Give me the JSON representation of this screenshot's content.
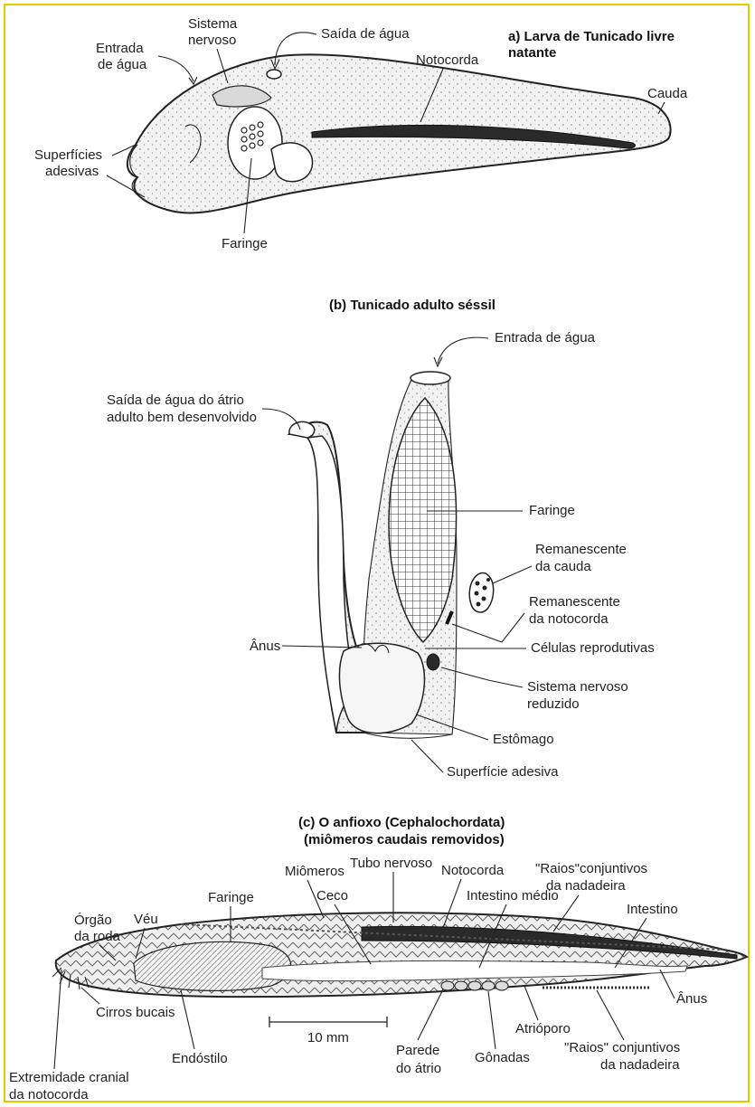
{
  "panel_a": {
    "title_line1": "a) Larva de Tunicado livre",
    "title_line2": "natante",
    "labels": {
      "sistema_line1": "Sistema",
      "sistema_line2": "nervoso",
      "saida_agua": "Saída de água",
      "entrada_line1": "Entrada",
      "entrada_line2": "de água",
      "notocorda": "Notocorda",
      "cauda": "Cauda",
      "superficies_line1": "Superfícies",
      "superficies_line2": "adesivas",
      "faringe": "Faringe"
    }
  },
  "panel_b": {
    "title": "(b) Tunicado adulto séssil",
    "labels": {
      "entrada_agua": "Entrada de água",
      "saida_line1": "Saída de água do átrio",
      "saida_line2": "adulto bem desenvolvido",
      "faringe": "Faringe",
      "rem_cauda_line1": "Remanescente",
      "rem_cauda_line2": "da cauda",
      "rem_noto_line1": "Remanescente",
      "rem_noto_line2": "da notocorda",
      "anus": "Ânus",
      "celulas": "Células reprodutivas",
      "sistema_line1": "Sistema nervoso",
      "sistema_line2": "reduzido",
      "estomago": "Estômago",
      "superficie": "Superfície adesiva"
    }
  },
  "panel_c": {
    "title_line1": "(c) O anfioxo (Cephalochordata)",
    "title_line2": "(miômeros caudais removidos)",
    "labels": {
      "tubo_nervoso": "Tubo nervoso",
      "miomeros": "Miômeros",
      "notocorda": "Notocorda",
      "raios_top_line1": "\"Raios\"conjuntivos",
      "raios_top_line2": "da nadadeira",
      "faringe": "Faringe",
      "ceco": "Ceco",
      "intestino_medio": "Intestino médio",
      "intestino": "Intestino",
      "orgao_line1": "Órgão",
      "orgao_line2": "da roda",
      "veu": "Véu",
      "anus": "Ânus",
      "cirros": "Cirros bucais",
      "scale": "10 mm",
      "atrioporo": "Atrióporo",
      "raios_bot_line1": "\"Raios\" conjuntivos",
      "raios_bot_line2": "da nadadeira",
      "parede_line1": "Parede",
      "parede_line2": "do átrio",
      "gonadas": "Gônadas",
      "endostilo": "Endóstilo",
      "extremidade_line1": "Extremidade cranial",
      "extremidade_line2": "da notocorda"
    }
  }
}
